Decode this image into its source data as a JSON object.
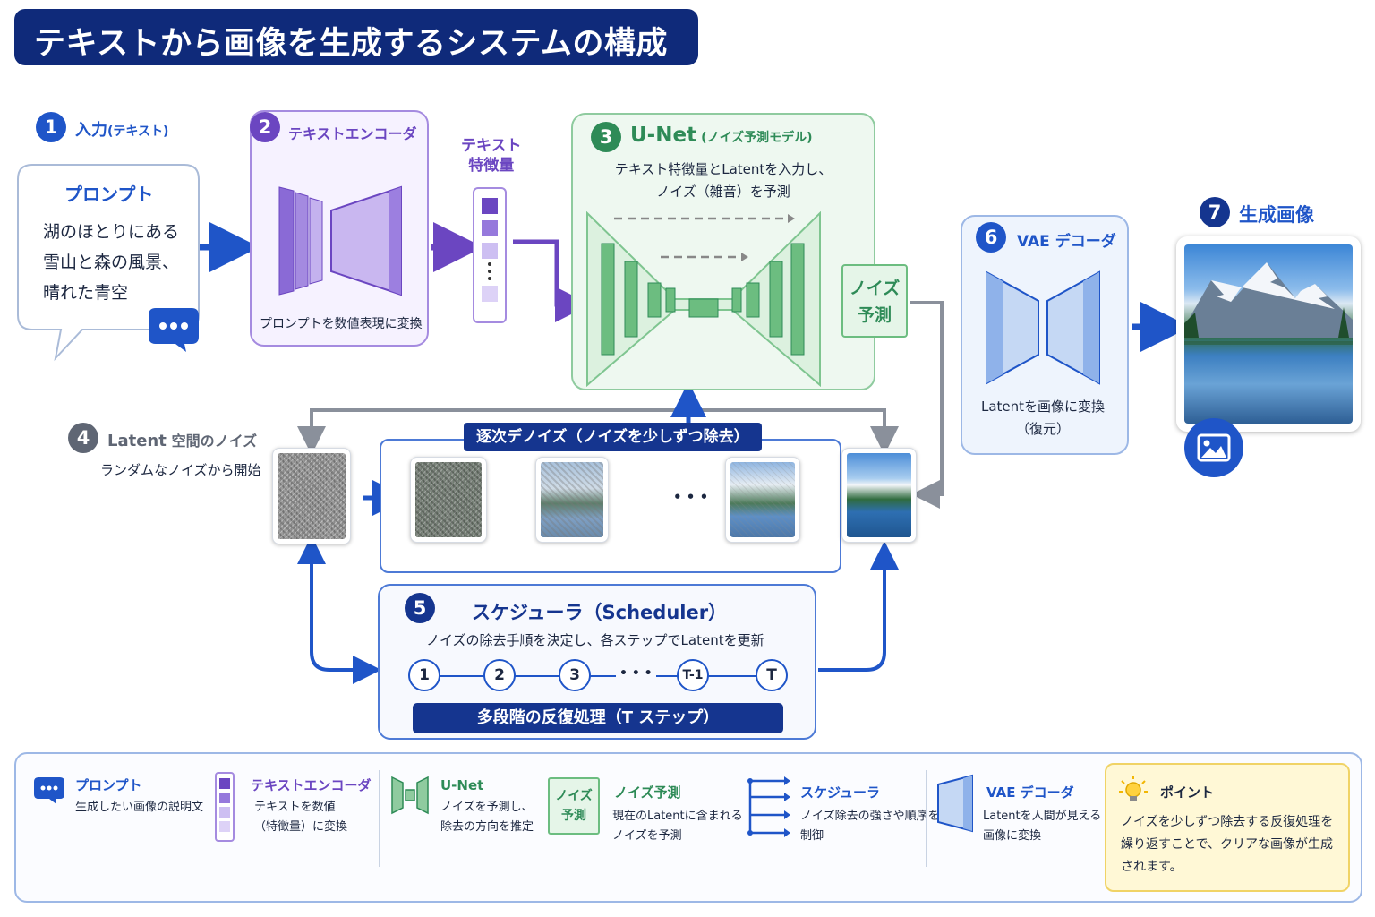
{
  "title": "テキストから画像を生成するシステムの構成",
  "colors": {
    "navy": "#0f2a7a",
    "blue": "#1f55c8",
    "purple": "#6b46c1",
    "green": "#2e8b57",
    "gray": "#5f6674",
    "note": "#fff8d6"
  },
  "step1": {
    "num": "1",
    "title": "入力",
    "title_sub": "(テキスト)",
    "bubble_title": "プロンプト",
    "bubble_lines": [
      "湖のほとりにある",
      "雪山と森の風景、",
      "晴れた青空"
    ]
  },
  "step2": {
    "num": "2",
    "title": "テキストエンコーダ",
    "caption": "プロンプトを数値表現に変換"
  },
  "features": {
    "label_line1": "テキスト",
    "label_line2": "特徴量"
  },
  "step3": {
    "num": "3",
    "title": "U-Net",
    "title_sub": "(ノイズ予測モデル)",
    "desc_line1": "テキスト特徴量とLatentを入力し、",
    "desc_line2": "ノイズ（雑音）を予測",
    "noise_line1": "ノイズ",
    "noise_line2": "予測"
  },
  "step4": {
    "num": "4",
    "title": "Latent",
    "title_rest": "空間のノイズ",
    "desc": "ランダムなノイズから開始"
  },
  "denoise": {
    "label": "逐次デノイズ（ノイズを少しずつ除去）",
    "ellipsis": "• • •"
  },
  "step5": {
    "num": "5",
    "title": "スケジューラ（Scheduler）",
    "desc": "ノイズの除去手順を決定し、各ステップでLatentを更新",
    "steps": [
      "1",
      "2",
      "3",
      "T-1",
      "T"
    ],
    "dots": "• • •",
    "banner": "多段階の反復処理（T ステップ）"
  },
  "step6": {
    "num": "6",
    "title": "VAE デコーダ",
    "caption_line1": "Latentを画像に変換",
    "caption_line2": "（復元）"
  },
  "step7": {
    "num": "7",
    "title": "生成画像"
  },
  "legend": {
    "prompt": {
      "title": "プロンプト",
      "text": "生成したい画像の説明文"
    },
    "encoder": {
      "title": "テキストエンコーダ",
      "line1": "テキストを数値",
      "line2": "（特徴量）に変換"
    },
    "unet": {
      "title": "U-Net",
      "line1": "ノイズを予測し、",
      "line2": "除去の方向を推定"
    },
    "noise_pred": {
      "icon_line1": "ノイズ",
      "icon_line2": "予測",
      "title": "ノイズ予測",
      "line1": "現在のLatentに含まれる",
      "line2": "ノイズを予測"
    },
    "scheduler": {
      "title": "スケジューラ",
      "line1": "ノイズ除去の強さや順序を",
      "line2": "制御"
    },
    "vae": {
      "title": "VAE デコーダ",
      "line1": "Latentを人間が見える",
      "line2": "画像に変換"
    },
    "point": {
      "title": "ポイント",
      "line1": "ノイズを少しずつ除去する反復処理を",
      "line2": "繰り返すことで、クリアな画像が生成",
      "line3": "されます。"
    }
  }
}
